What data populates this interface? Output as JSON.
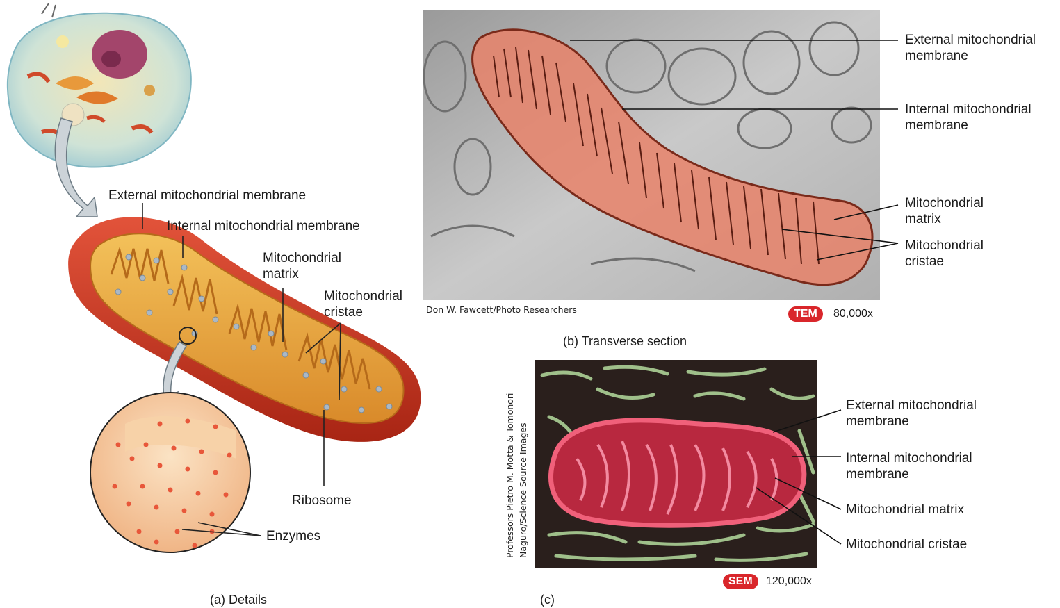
{
  "panel_a": {
    "caption": "(a) Details",
    "labels": {
      "external_membrane": "External mitochondrial membrane",
      "internal_membrane": "Internal mitochondrial membrane",
      "matrix": [
        "Mitochondrial",
        "matrix"
      ],
      "cristae": [
        "Mitochondrial",
        "cristae"
      ],
      "ribosome": "Ribosome",
      "enzymes": "Enzymes"
    }
  },
  "panel_b": {
    "caption": "(b) Transverse section",
    "credit": "Don W. Fawcett/Photo Researchers",
    "badge": "TEM",
    "magnification": "80,000x",
    "labels": {
      "external_membrane": [
        "External mitochondrial",
        "membrane"
      ],
      "internal_membrane": [
        "Internal mitochondrial",
        "membrane"
      ],
      "matrix": [
        "Mitochondrial",
        "matrix"
      ],
      "cristae": [
        "Mitochondrial",
        "cristae"
      ]
    }
  },
  "panel_c": {
    "caption": "(c)",
    "credit": [
      "Professors Pietro M. Motta & Tomonori",
      "Naguro/Science Source Images"
    ],
    "badge": "SEM",
    "magnification": "120,000x",
    "labels": {
      "external_membrane": [
        "External mitochondrial",
        "membrane"
      ],
      "internal_membrane": [
        "Internal mitochondrial",
        "membrane"
      ],
      "matrix": "Mitochondrial matrix",
      "cristae": "Mitochondrial cristae"
    }
  },
  "colors": {
    "badge_red": "#d9262b",
    "mito_red": "#c93a22",
    "mito_orange": "#e89a3a",
    "tem_tint": "#e8826a",
    "sem_pink": "#e83a5a",
    "sem_green": "#8fb07a"
  }
}
